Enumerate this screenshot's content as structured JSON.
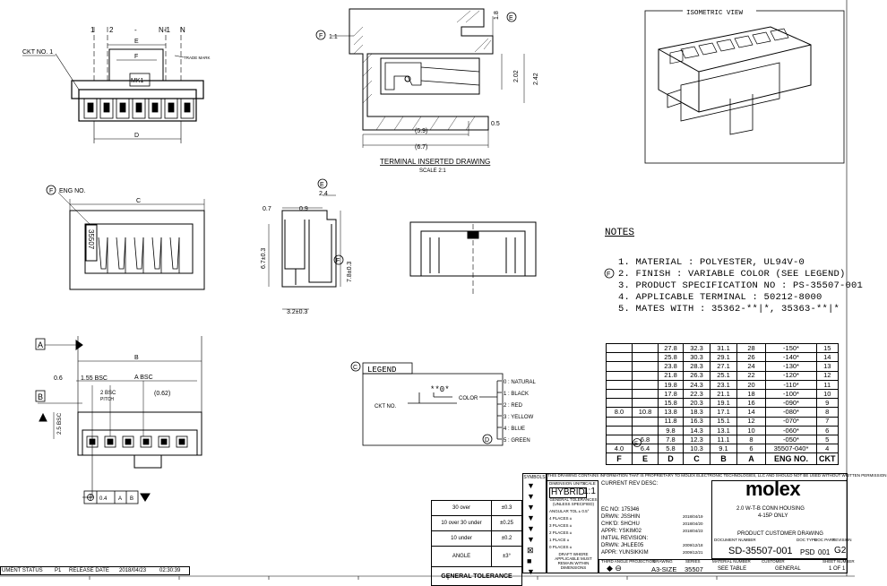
{
  "top_view": {
    "ckt_no": "CKT NO. 1",
    "pin_labels": [
      "1",
      "2",
      "-",
      "N-1",
      "N"
    ],
    "dim_f": "F",
    "dim_e": "E",
    "mk_text": "MK1",
    "trade_mark": "TRADE MARK",
    "dim_d": "D"
  },
  "terminal_view": {
    "title": "TERMINAL INSERTED DRAWING",
    "scale": "SCALE 2:1",
    "dims": [
      "1.1",
      "1.8",
      "2.02",
      "2.42",
      "0.5",
      "(5.9)",
      "(6.7)"
    ],
    "flag": "F",
    "e_mark": "E"
  },
  "isometric": {
    "title": "ISOMETRIC VIEW"
  },
  "front_view": {
    "eng_no": "ENG NO.",
    "dim_c": "C",
    "part_text": "35507"
  },
  "side_view": {
    "dims": [
      "0.7",
      "0.9",
      "2.4",
      "6.7±0.3",
      "7.8±0.3",
      "3.2±0.3"
    ],
    "e_mark": "E",
    "f_mark": "F"
  },
  "notes": {
    "title": "NOTES",
    "lines": [
      "1. MATERIAL : POLYESTER, UL94V-0",
      "2. FINISH : VARIABLE COLOR (SEE LEGEND)",
      "3. PRODUCT SPECIFICATION NO : PS-35507-001",
      "4. APPLICABLE TERMINAL : 50212-8000",
      "5. MATES WITH : 35362-**|*, 35363-**|*"
    ],
    "f_mark": "F"
  },
  "bottom_view": {
    "datum_a": "A",
    "datum_b": "B",
    "dims": [
      "0.6",
      "1.55 BSC",
      "A BSC",
      "(0.62)",
      "2 BSC",
      "PITCH",
      "2.5 BSC"
    ],
    "fcf": [
      "0.4",
      "A",
      "B"
    ]
  },
  "legend": {
    "title": "LEGEND",
    "code": "**0*",
    "ckt_no": "CKT NO.",
    "color_label": "COLOR",
    "colors": [
      "0 : NATURAL",
      "1 : BLACK",
      "2 : RED",
      "3 : YELLOW",
      "4 : BLUE",
      "5 : GREEN"
    ],
    "d_mark": "D",
    "c_mark": "C"
  },
  "ckt_table": {
    "headers": [
      "F",
      "E",
      "D",
      "C",
      "B",
      "A",
      "ENG NO.",
      "CKT"
    ],
    "rows": [
      [
        "",
        "",
        "27.8",
        "32.3",
        "31.1",
        "28",
        "-150*",
        "15"
      ],
      [
        "",
        "",
        "25.8",
        "30.3",
        "29.1",
        "26",
        "-140*",
        "14"
      ],
      [
        "",
        "",
        "23.8",
        "28.3",
        "27.1",
        "24",
        "-130*",
        "13"
      ],
      [
        "",
        "",
        "21.8",
        "26.3",
        "25.1",
        "22",
        "-120*",
        "12"
      ],
      [
        "",
        "",
        "19.8",
        "24.3",
        "23.1",
        "20",
        "-110*",
        "11"
      ],
      [
        "",
        "",
        "17.8",
        "22.3",
        "21.1",
        "18",
        "-100*",
        "10"
      ],
      [
        "",
        "",
        "15.8",
        "20.3",
        "19.1",
        "16",
        "-090*",
        "9"
      ],
      [
        "8.0",
        "10.8",
        "13.8",
        "18.3",
        "17.1",
        "14",
        "-080*",
        "8"
      ],
      [
        "",
        "",
        "11.8",
        "16.3",
        "15.1",
        "12",
        "-070*",
        "7"
      ],
      [
        "",
        "",
        "9.8",
        "14.3",
        "13.1",
        "10",
        "-060*",
        "6"
      ],
      [
        "",
        "6.8",
        "7.8",
        "12.3",
        "11.1",
        "8",
        "-050*",
        "5"
      ],
      [
        "4.0",
        "6.4",
        "5.8",
        "10.3",
        "9.1",
        "6",
        "35507-040*",
        "4"
      ]
    ]
  },
  "tolerance": {
    "rows": [
      [
        "30 over",
        "±0.3"
      ],
      [
        "10 over 30 under",
        "±0.25"
      ],
      [
        "10 under",
        "±0.2"
      ],
      [
        "ANGLE",
        "±3°"
      ]
    ],
    "label": "GENERAL TOLERANCE",
    "symbol_label": "SYMBOLS"
  },
  "title_block": {
    "banner": "THIS DRAWING CONTAINS INFORMATION THAT IS PROPRIETARY TO MOLEX ELECTRONIC TECHNOLOGIES, LLC AND SHOULD NOT BE USED WITHOUT WRITTEN PERMISSION",
    "dimension_units": "DIMENSION UNITS",
    "scale_label": "SCALE",
    "units": "HYBRID",
    "scale": "1:1",
    "gen_tol": "GENERAL TOLERANCES (UNLESS SPECIFIED)",
    "angular_tol": "ANGULAR TOL ± 0.5°",
    "places": [
      "4 PLACES ±",
      "3 PLACES ±",
      "2 PLACES ±",
      "1 PLACE ±",
      "0 PLACES ±"
    ],
    "draft_note": "DRAFT WHERE APPLICABLE MUST REMAIN WITHIN DIMENSIONS",
    "rev_desc": "CURRENT REV DESC:",
    "ec_no": "EC NO:  175346",
    "drwn": "DRWN:  JSSHIN",
    "drwn_date": "2018/04/19",
    "chkd": "CHK'D:  SHCHU",
    "chkd_date": "2018/04/20",
    "appr": "APPR:  YSKIM02",
    "appr_date": "2018/04/23",
    "initial_revision": "INITIAL REVISION:",
    "drwn2": "DRWN:  JHLEE05",
    "drwn2_date": "2009/12/18",
    "appr2": "APPR:  YUNSIKKIM",
    "appr2_date": "2009/12/21",
    "logo": "molex",
    "desc1": "2.0 W-T-B CONN HOUSING",
    "desc2": "4-15P ONLY",
    "doc_type": "PRODUCT CUSTOMER DRAWING",
    "doc_no": "SD-35507-001",
    "doc_type_code": "PSD",
    "doc_part": "001",
    "rev": "G2",
    "third_angle": "THIRD ANGLE PROJECTION",
    "size": "A3-SIZE",
    "series": "35507",
    "material": "SEE TABLE",
    "customer": "GENERAL",
    "sheet": "1 OF 1",
    "doc_no_label": "DOCUMENT NUMBER",
    "doc_type_label": "DOC TYPE",
    "doc_part_label": "DOC PART",
    "rev_label": "REVISION",
    "drawing_label": "DRAWING",
    "series_label": "SERIES",
    "material_label": "MATERIAL NUMBER",
    "customer_label": "CUSTOMER",
    "sheet_label": "SHEET NUMBER"
  },
  "status_bar": {
    "doc_status": "UMENT STATUS",
    "p1": "P1",
    "release": "RELEASE DATE",
    "date": "2018/04/23",
    "time": "02:30:39"
  }
}
